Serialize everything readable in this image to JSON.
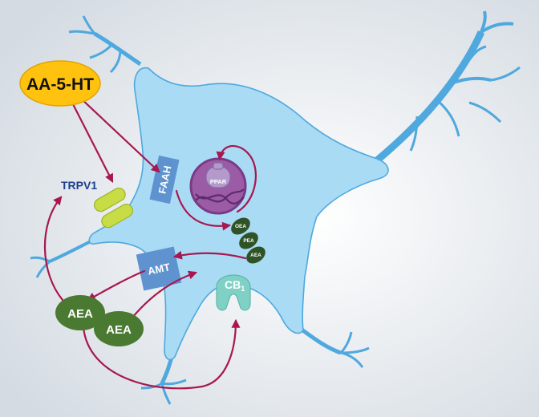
{
  "colors": {
    "background_center": "#ffffff",
    "background_edge": "#d4dbe2",
    "neuron_fill": "#a9dbf5",
    "neuron_stroke": "#4fa8de",
    "arrow": "#a8174f",
    "aa5ht_fill": "#ffc20e",
    "aea_fill": "#4a7a32",
    "dark_green": "#2f5326",
    "trpv1_text": "#1d3f8e",
    "trpv1_channel": "#c7dc45",
    "enzyme_blue": "#5e93cf",
    "nucleus_fill": "#9b5ba5",
    "nucleus_stroke": "#7a3b86",
    "ppar_fill": "#b39acb",
    "cb1_fill": "#7fd1c6"
  },
  "labels": {
    "aa5ht": "AA-5-HT",
    "trpv1": "TRPV1",
    "faah": "FAAH",
    "ppar": "PPAR",
    "oea": "OEA",
    "pea": "PEA",
    "aea_small": "AEA",
    "amt": "AMT",
    "cb": "CB",
    "cb_sub": "1",
    "aea_left": "AEA",
    "aea_right": "AEA"
  }
}
